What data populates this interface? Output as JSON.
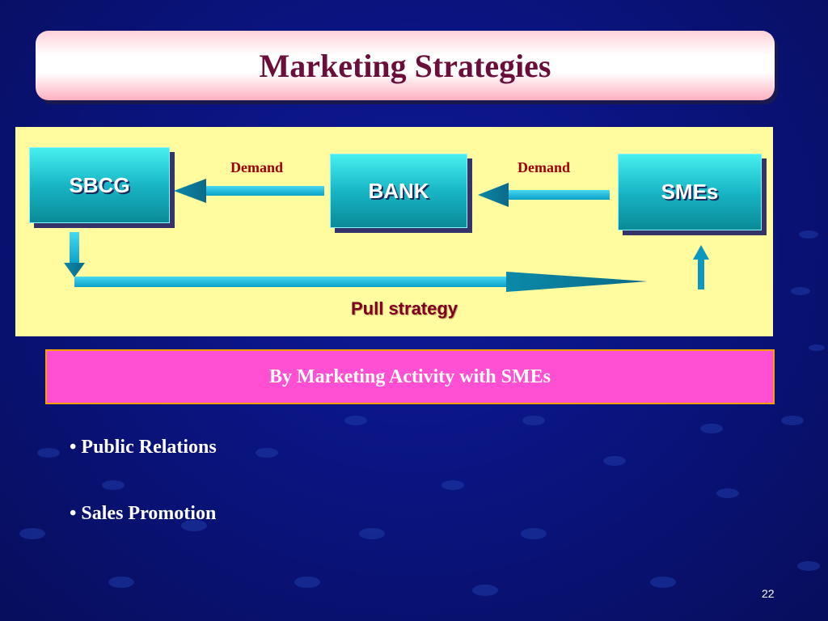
{
  "slide": {
    "title": "Marketing Strategies",
    "page_number": "22"
  },
  "diagram": {
    "nodes": {
      "sbcg": "SBCG",
      "bank": "BANK",
      "smes": "SMEs"
    },
    "edges": {
      "bank_to_sbcg_label": "Demand",
      "smes_to_bank_label": "Demand"
    },
    "strategy_label": "Pull  strategy"
  },
  "activity": {
    "label": "By Marketing Activity  with SMEs"
  },
  "bullets": [
    "• Public Relations",
    "• Sales Promotion"
  ],
  "colors": {
    "title_text": "#6b0f3a",
    "panel_bg": "#fffb9e",
    "node_fill": "#18b6c6",
    "arrow_fill": "#1ec8e8",
    "demand_text": "#a00000",
    "activity_bg": "#ff4fd2"
  }
}
